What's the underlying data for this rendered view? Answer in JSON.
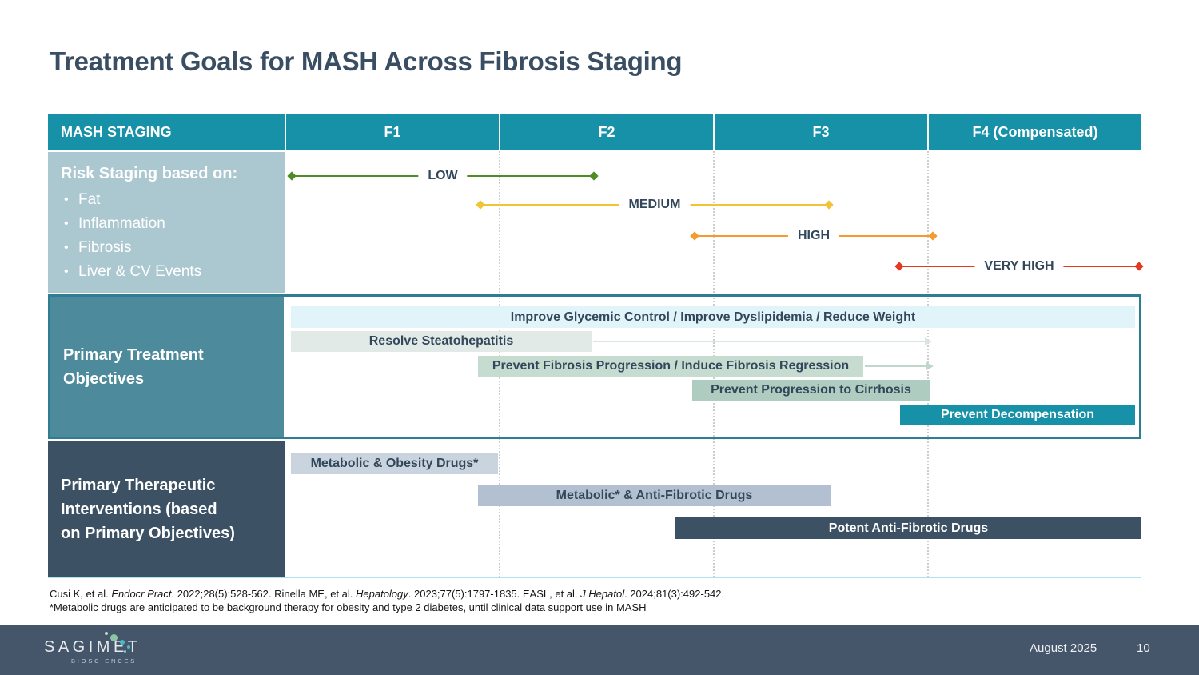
{
  "title": "Treatment Goals for MASH Across Fibrosis Staging",
  "header": {
    "label": "MASH STAGING",
    "columns": [
      "F1",
      "F2",
      "F3",
      "F4 (Compensated)"
    ]
  },
  "risk": {
    "heading": "Risk Staging based on:",
    "bullets": [
      "Fat",
      "Inflammation",
      "Fibrosis",
      "Liver & CV Events"
    ],
    "arrows": [
      {
        "label": "LOW",
        "color": "#4F8C28",
        "span": "F1 to mid-F2"
      },
      {
        "label": "MEDIUM",
        "color": "#F2C332",
        "span": "late-F1 to mid-F3"
      },
      {
        "label": "HIGH",
        "color": "#F59B2E",
        "span": "late-F2 to F3/F4 boundary"
      },
      {
        "label": "VERY HIGH",
        "color": "#E5381F",
        "span": "late-F3 to F4 end"
      }
    ]
  },
  "objectives": {
    "heading_lines": [
      "Primary Treatment",
      "Objectives"
    ],
    "bars": [
      {
        "label": "Improve Glycemic Control / Improve Dyslipidemia / Reduce Weight",
        "bg": "#E0F4FA",
        "text_color": "#33475A",
        "span": "F1 to F4"
      },
      {
        "label": "Resolve Steatohepatitis",
        "bg": "#E1EAE6",
        "text_color": "#33475A",
        "span": "F1 to mid-F2, arrow to F3/F4",
        "arrow_color": "#D8E5E0"
      },
      {
        "label": "Prevent Fibrosis Progression / Induce Fibrosis Regression",
        "bg": "#C6DCD1",
        "text_color": "#33475A",
        "span": "late-F1 to mid-F3, arrow to F3/F4",
        "arrow_color": "#BED7CB"
      },
      {
        "label": "Prevent Progression to Cirrhosis",
        "bg": "#AECCBF",
        "text_color": "#33475A",
        "span": "late-F2 to F3/F4 boundary"
      },
      {
        "label": "Prevent Decompensation",
        "bg": "#1691A8",
        "text_color": "#FFFFFF",
        "span": "late-F3 to F4 end"
      }
    ]
  },
  "interventions": {
    "heading_lines": [
      "Primary Therapeutic",
      "Interventions (based",
      "on Primary Objectives)"
    ],
    "bars": [
      {
        "label": "Metabolic & Obesity Drugs*",
        "bg": "#C9D4DF",
        "text_color": "#33475A",
        "span": "F1"
      },
      {
        "label": "Metabolic* & Anti-Fibrotic Drugs",
        "bg": "#B2C0D1",
        "text_color": "#33475A",
        "span": "late-F1 to mid-F3"
      },
      {
        "label": "Potent Anti-Fibrotic Drugs",
        "bg": "#3C5164",
        "text_color": "#FFFFFF",
        "span": "late-F2 to F4 end"
      }
    ]
  },
  "footnotes": {
    "citation_parts": [
      {
        "t": "Cusi K, et al. ",
        "i": false
      },
      {
        "t": "Endocr Pract",
        "i": true
      },
      {
        "t": ". 2022;28(5):528-562. Rinella ME, et al. ",
        "i": false
      },
      {
        "t": "Hepatology",
        "i": true
      },
      {
        "t": ". 2023;77(5):1797-1835. EASL, et al. ",
        "i": false
      },
      {
        "t": "J Hepatol",
        "i": true
      },
      {
        "t": ". 2024;81(3):492-542.",
        "i": false
      }
    ],
    "note": "*Metabolic drugs are anticipated to be background therapy for obesity and type 2 diabetes, until clinical data support use in MASH"
  },
  "footer": {
    "logo": "SAGIMET",
    "logo_sub": "BIOSCIENCES",
    "date": "August 2025",
    "page": "10"
  },
  "colors": {
    "header_teal": "#1691A8",
    "risk_cell_bg": "#ABC8D1",
    "objectives_cell_bg": "#4C8A9C",
    "objectives_border": "#2E7D92",
    "interventions_cell_bg": "#3C5164",
    "table_bottom_line": "#ABE3EF",
    "title_text": "#3A4E63",
    "footer_bg": "#46566A"
  }
}
